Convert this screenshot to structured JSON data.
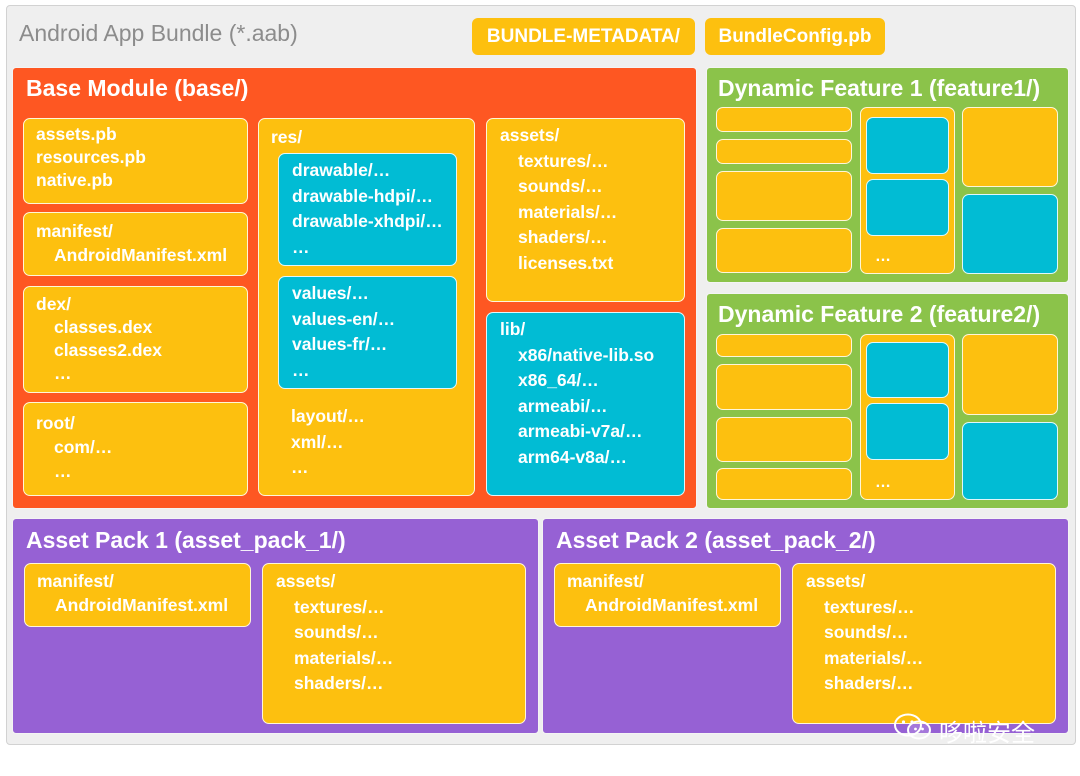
{
  "header": {
    "title": "Android App Bundle (*.aab)",
    "metadata_label": "BUNDLE-METADATA/",
    "config_label": "BundleConfig.pb"
  },
  "base": {
    "title": "Base Module (base/)",
    "pb_files": [
      "assets.pb",
      "resources.pb",
      "native.pb"
    ],
    "manifest": [
      "manifest/",
      "AndroidManifest.xml"
    ],
    "dex": [
      "dex/",
      "classes.dex",
      "classes2.dex",
      "…"
    ],
    "root": [
      "root/",
      "com/…",
      "…"
    ],
    "res": {
      "label": "res/",
      "drawable": [
        "drawable/…",
        "drawable-hdpi/…",
        "drawable-xhdpi/…",
        "…"
      ],
      "values": [
        "values/…",
        "values-en/…",
        "values-fr/…",
        "…"
      ],
      "other": [
        "layout/…",
        "xml/…",
        "…"
      ]
    },
    "assets": [
      "assets/",
      "textures/…",
      "sounds/…",
      "materials/…",
      "shaders/…",
      "licenses.txt"
    ],
    "lib": [
      "lib/",
      "x86/native-lib.so",
      "x86_64/…",
      "armeabi/…",
      "armeabi-v7a/…",
      "arm64-v8a/…"
    ]
  },
  "feature1": {
    "title": "Dynamic Feature 1 (feature1/)",
    "ellipsis": "…"
  },
  "feature2": {
    "title": "Dynamic Feature 2 (feature2/)",
    "ellipsis": "…"
  },
  "pack1": {
    "title": "Asset Pack 1 (asset_pack_1/)",
    "manifest": [
      "manifest/",
      "AndroidManifest.xml"
    ],
    "assets": [
      "assets/",
      "textures/…",
      "sounds/…",
      "materials/…",
      "shaders/…"
    ]
  },
  "pack2": {
    "title": "Asset Pack 2 (asset_pack_2/)",
    "manifest": [
      "manifest/",
      "AndroidManifest.xml"
    ],
    "assets": [
      "assets/",
      "textures/…",
      "sounds/…",
      "materials/…",
      "shaders/…"
    ]
  },
  "watermark": {
    "text": "哆啦安全",
    "icon": "wechat-icon"
  },
  "colors": {
    "base": "#fe5722",
    "feature": "#8bc34a",
    "asset_pack": "#9661d4",
    "folder": "#fdc00f",
    "resource": "#01bcd4",
    "background": "#efefef"
  }
}
